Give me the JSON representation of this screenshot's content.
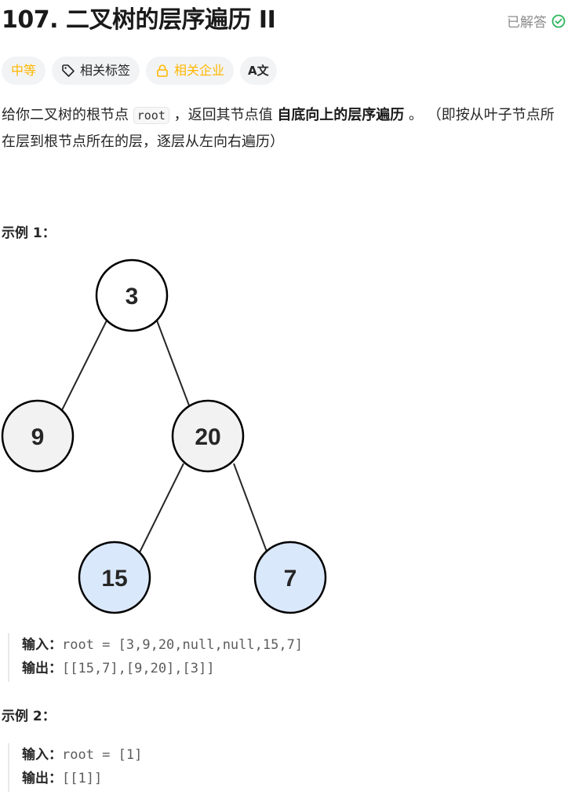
{
  "header": {
    "title": "107. 二叉树的层序遍历 II",
    "solved_label": "已解答",
    "solved_color": "#2db55d"
  },
  "tags": {
    "difficulty": "中等",
    "topics": "相关标签",
    "companies": "相关企业",
    "translate": "A文",
    "tag_icon": "tag-icon",
    "lock_icon": "lock-icon"
  },
  "description": {
    "part1": "给你二叉树的根节点 ",
    "code": "root",
    "part2": " ，返回其节点值 ",
    "bold": "自底向上的层序遍历",
    "part3": " 。 （即按从叶子节点所在层到根节点所在的层，逐层从左向右遍历）"
  },
  "examples": [
    {
      "title": "示例 1：",
      "input_label": "输入：",
      "input_value": "root = [3,9,20,null,null,15,7]",
      "output_label": "输出：",
      "output_value": "[[15,7],[9,20],[3]]"
    },
    {
      "title": "示例 2：",
      "input_label": "输入：",
      "input_value": "root = [1]",
      "output_label": "输出：",
      "output_value": "[[1]]"
    }
  ],
  "tree": {
    "nodes": [
      {
        "id": "n3",
        "label": "3",
        "fill": "#ffffff"
      },
      {
        "id": "n9",
        "label": "9",
        "fill": "#f2f2f2"
      },
      {
        "id": "n20",
        "label": "20",
        "fill": "#f2f2f2"
      },
      {
        "id": "n15",
        "label": "15",
        "fill": "#dae8fc"
      },
      {
        "id": "n7",
        "label": "7",
        "fill": "#dae8fc"
      }
    ]
  }
}
